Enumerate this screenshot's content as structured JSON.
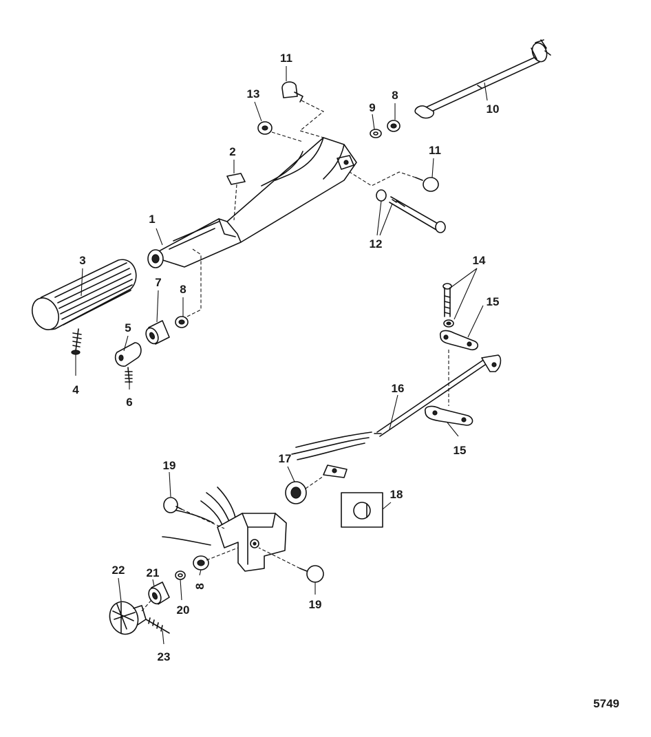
{
  "diagram_number": "5749",
  "callouts": [
    {
      "id": "c1",
      "label": "1"
    },
    {
      "id": "c2",
      "label": "2"
    },
    {
      "id": "c3",
      "label": "3"
    },
    {
      "id": "c4",
      "label": "4"
    },
    {
      "id": "c5",
      "label": "5"
    },
    {
      "id": "c6",
      "label": "6"
    },
    {
      "id": "c7",
      "label": "7"
    },
    {
      "id": "c8a",
      "label": "8"
    },
    {
      "id": "c8b",
      "label": "8"
    },
    {
      "id": "c8c",
      "label": "8"
    },
    {
      "id": "c9",
      "label": "9"
    },
    {
      "id": "c10",
      "label": "10"
    },
    {
      "id": "c11a",
      "label": "11"
    },
    {
      "id": "c11b",
      "label": "11"
    },
    {
      "id": "c12",
      "label": "12"
    },
    {
      "id": "c13",
      "label": "13"
    },
    {
      "id": "c14",
      "label": "14"
    },
    {
      "id": "c15a",
      "label": "15"
    },
    {
      "id": "c15b",
      "label": "15"
    },
    {
      "id": "c16",
      "label": "16"
    },
    {
      "id": "c17",
      "label": "17"
    },
    {
      "id": "c18",
      "label": "18"
    },
    {
      "id": "c19a",
      "label": "19"
    },
    {
      "id": "c19b",
      "label": "19"
    },
    {
      "id": "c20",
      "label": "20"
    },
    {
      "id": "c21",
      "label": "21"
    },
    {
      "id": "c22",
      "label": "22"
    },
    {
      "id": "c23",
      "label": "23"
    }
  ]
}
